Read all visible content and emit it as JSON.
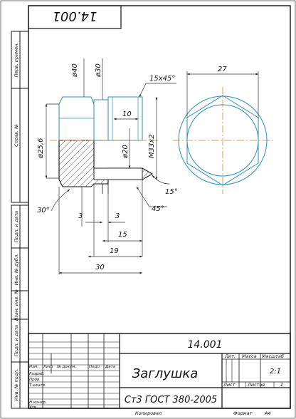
{
  "sheet": {
    "top_code": "14.001",
    "side_labels": {
      "perv_primen": "Перв. примен.",
      "sprav_no": "Справ. №",
      "podp_data_1": "Подп. и дата",
      "inv_dubl": "Инв. № дубл.",
      "vzam_inv": "Взам. инв. №",
      "podp_data_2": "Подп. и дата",
      "inv_podl": "Инв. № подл."
    }
  },
  "drawing": {
    "dims": {
      "d40": "ø40",
      "d30": "ø30",
      "chamfer": "15x45°",
      "l10": "10",
      "d25_6": "ø25,6",
      "d20": "ø20",
      "m33": "M33x2",
      "a15": "15°",
      "a45": "45°",
      "a30": "30°",
      "g3a": "3",
      "g3b": "3",
      "l15": "15",
      "l19": "19",
      "l30": "30",
      "s27": "27"
    }
  },
  "title_block": {
    "designation": "14.001",
    "name": "Заглушка",
    "material": "Ст3 ГОСТ 380-2005",
    "col_lit": "Лит.",
    "col_massa": "Масса",
    "col_masshtab": "Масштаб",
    "scale": "2:1",
    "list": "Лист",
    "listov": "Листов",
    "listov_val": "1",
    "hdr_izm": "Изм.",
    "hdr_list": "Лист",
    "hdr_ndok": "№ докум.",
    "hdr_podp": "Подп.",
    "hdr_data": "Дата",
    "row_razrab": "Разраб.",
    "row_prov": "Пров.",
    "row_tkontr": "Т.контр.",
    "row_nkontr": "Н.контр.",
    "row_utv": "Утв."
  },
  "footer": {
    "kopiroval": "Копировал",
    "format": "Формат",
    "format_val": "A4"
  }
}
